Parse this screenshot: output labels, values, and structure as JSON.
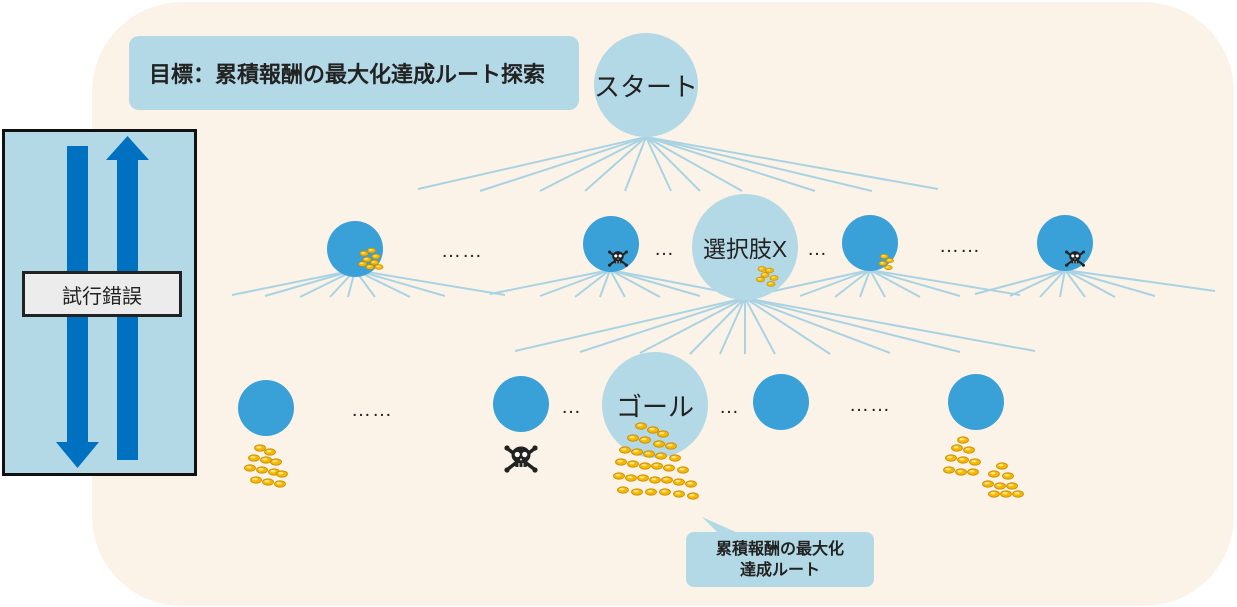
{
  "goal_title": "目標：累積報酬の最大化達成ルート探索",
  "trial_label": "試行錯誤",
  "nodes": {
    "start": "スタート",
    "choice_x": "選択肢X",
    "goal": "ゴール"
  },
  "ellipsis_long": "……",
  "ellipsis_short": "…",
  "callout": {
    "line1": "累積報酬の最大化",
    "line2": "達成ルート"
  },
  "icons": {
    "reward": "gold-coins-icon",
    "penalty": "skull-crossbones-icon",
    "direction": "up-down-arrows-icon"
  },
  "colors": {
    "background_panel": "#fcf3e8",
    "light_blue": "#b3d9e6",
    "node_blue": "#3aa0d8",
    "arrow_blue": "#0070c0",
    "edge_line": "#a9d3e3",
    "gold": "#f5b800"
  }
}
